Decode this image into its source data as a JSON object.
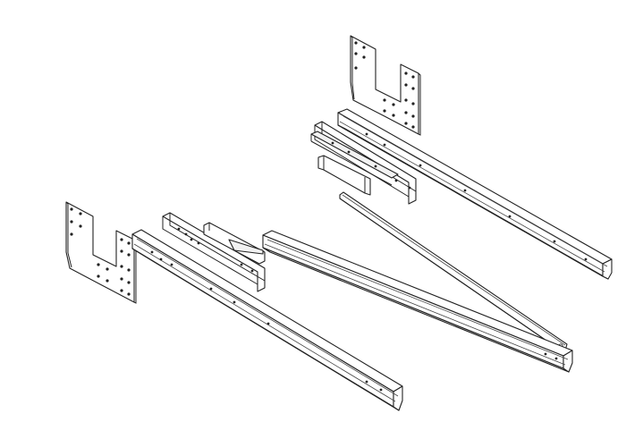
{
  "drawing": {
    "style": "black line-art exploded isometric view",
    "background_color": "#ffffff",
    "line_color": "#222222",
    "parts": [
      "upper-right-gusset-plate",
      "upper-right-long-channel",
      "upper-right-angle-brackets",
      "diagonal-brace-rod",
      "lower-left-gusset-plate",
      "lower-left-long-channel",
      "lower-left-angle-brackets",
      "lower-middle-long-channel"
    ]
  }
}
